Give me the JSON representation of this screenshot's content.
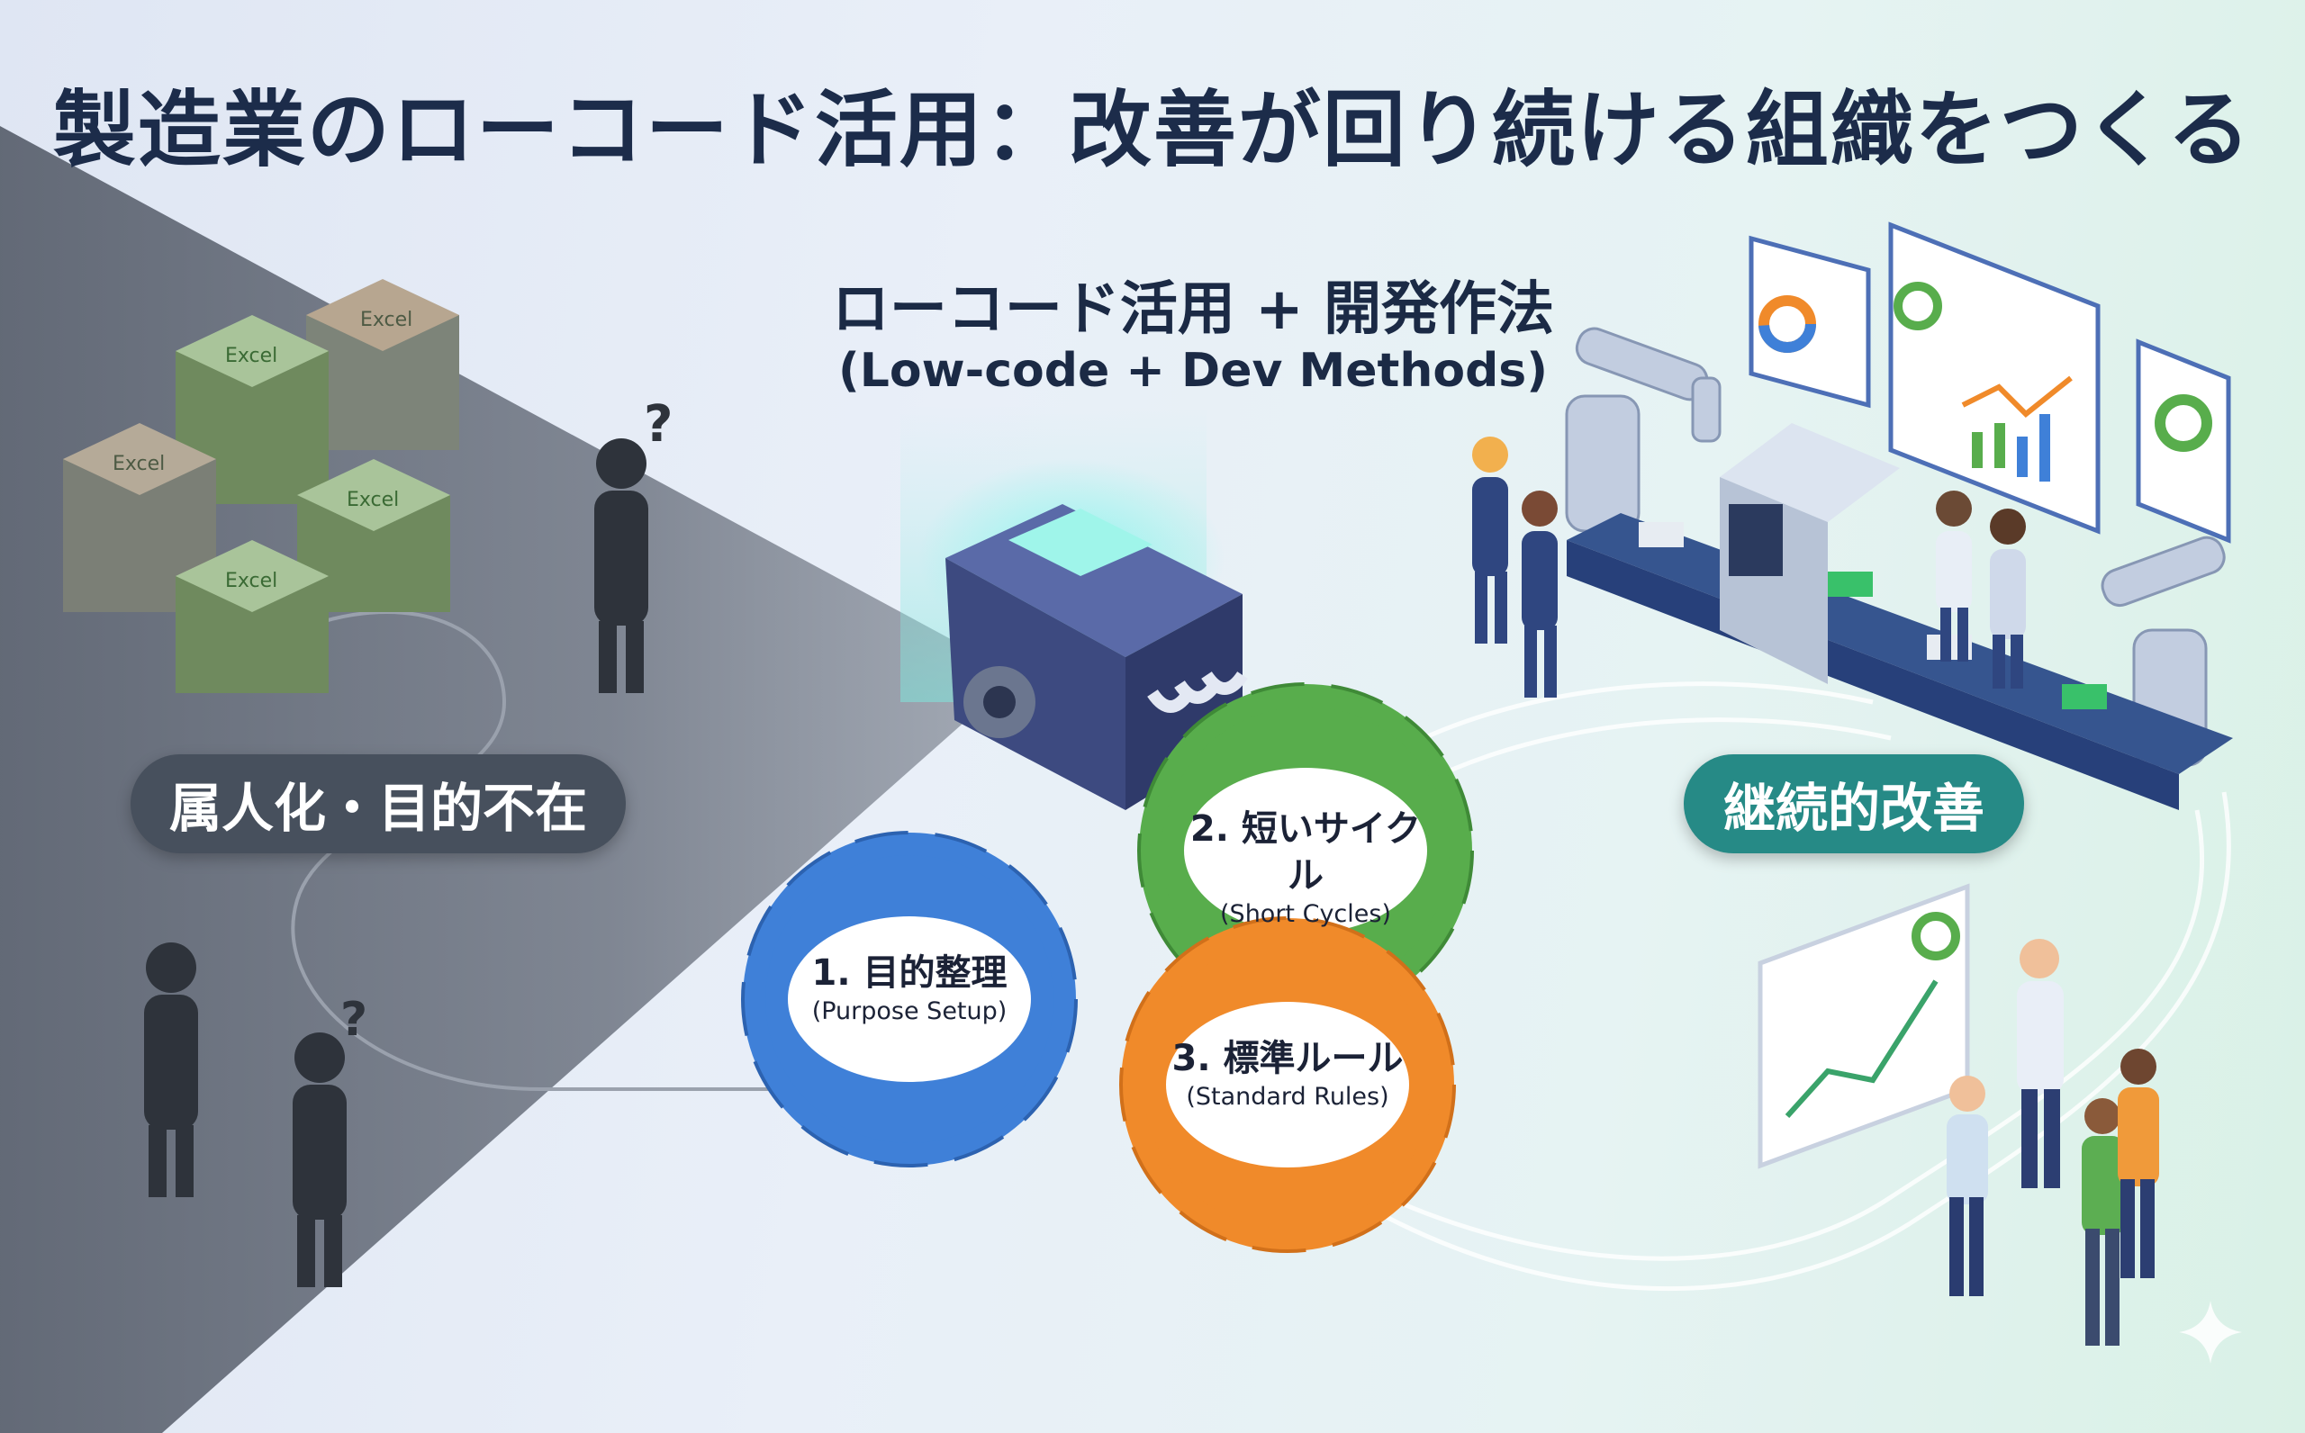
{
  "title": "製造業のローコード活用：改善が回り続ける組織をつくる",
  "center": {
    "title": "ローコード活用 + 開発作法",
    "subtitle": "(Low-code + Dev Methods)"
  },
  "left_label": "属人化・目的不在",
  "right_label": "継続的改善",
  "stack_label": "Excel",
  "question_mark": "?",
  "gears": [
    {
      "label": "1. 目的整理",
      "sub": "(Purpose Setup)",
      "color": "#3f80d8"
    },
    {
      "label": "2. 短いサイクル",
      "sub": "(Short Cycles)",
      "color": "#58ad4c"
    },
    {
      "label": "3. 標準ルール",
      "sub": "(Standard Rules)",
      "color": "#f08a2a"
    }
  ],
  "colors": {
    "title": "#1c2c4a",
    "left_pill": "#47505d",
    "right_pill": "#268a86",
    "engine_glow": "#7ef0e8",
    "flow_line": "#ffffff"
  }
}
